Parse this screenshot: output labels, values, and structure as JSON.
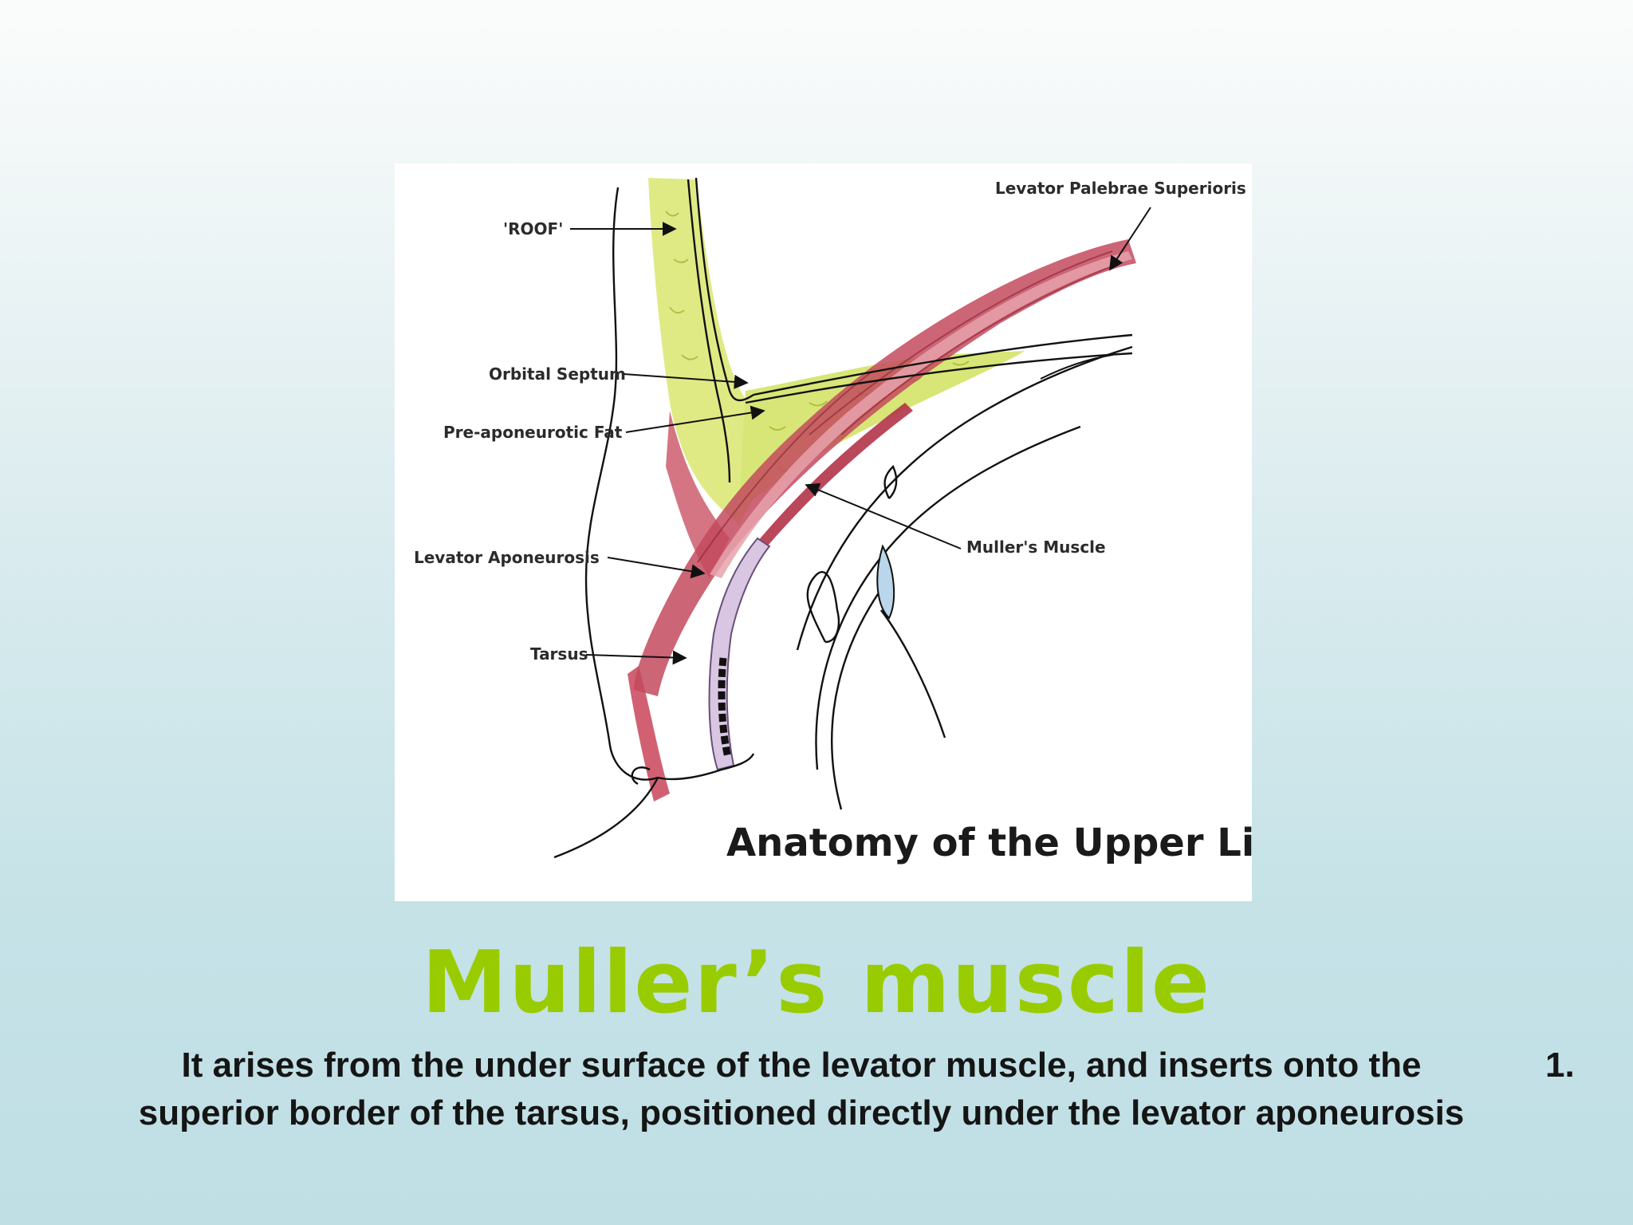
{
  "figure": {
    "title": "Anatomy of the Upper Lid",
    "labels": {
      "roof": "'ROOF'",
      "levator_palebrae": "Levator Palebrae Superioris",
      "orbital_septum": "Orbital Septum",
      "preaponeurotic_fat": "Pre-aponeurotic Fat",
      "levator_aponeurosis": "Levator Aponeurosis",
      "tarsus": "Tarsus",
      "mullers_muscle": "Muller's Muscle"
    }
  },
  "slide": {
    "title": "Muller’s muscle",
    "number": "1.",
    "body": "It arises from the under surface of the levator muscle, and inserts onto the superior border of the tarsus, positioned directly under the levator aponeurosis"
  },
  "colors": {
    "title_green": "#99cc00",
    "fat_yellow": "#d9e86a",
    "muscle_red": "#c0394d",
    "tarsus_lilac": "#cdb8d8"
  }
}
